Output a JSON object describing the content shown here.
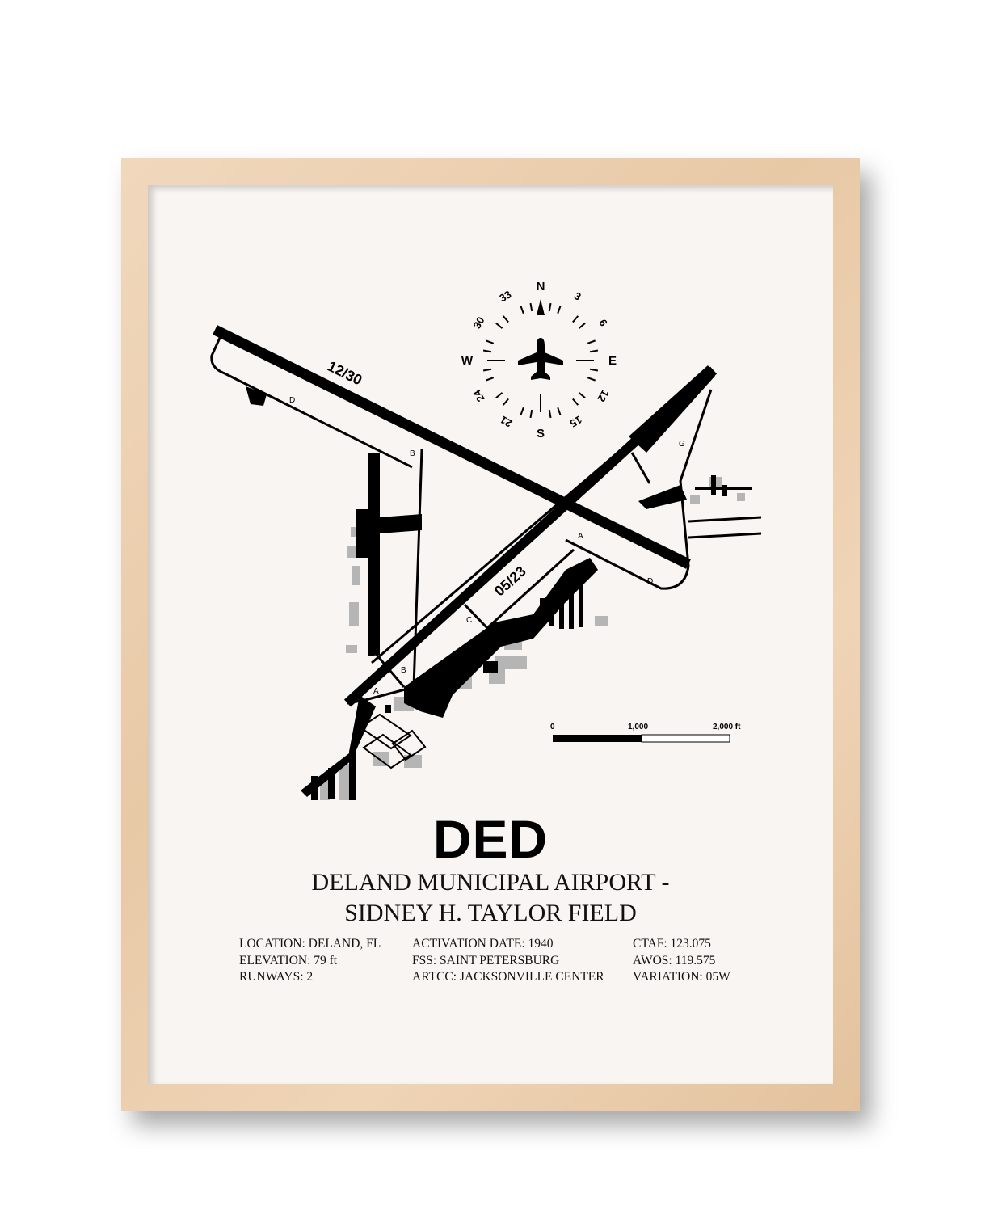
{
  "airport": {
    "code": "DED",
    "name_line1": "DELAND MUNICIPAL AIRPORT -",
    "name_line2": "SIDNEY H. TAYLOR FIELD"
  },
  "details": {
    "column1": [
      "LOCATION: DELAND, FL",
      "ELEVATION: 79 ft",
      "RUNWAYS: 2"
    ],
    "column2": [
      "ACTIVATION DATE: 1940",
      "FSS: SAINT PETERSBURG",
      "ARTCC: JACKSONVILLE CENTER"
    ],
    "column3": [
      "CTAF: 123.075",
      "AWOS: 119.575",
      "VARIATION: 05W"
    ]
  },
  "map": {
    "runway_labels": [
      "12/30",
      "05/23"
    ],
    "taxiway_labels": [
      "D",
      "B",
      "A",
      "C",
      "B",
      "A",
      "G",
      "D"
    ],
    "compass": {
      "cardinals": [
        "N",
        "E",
        "S",
        "W"
      ],
      "headings": [
        "3",
        "6",
        "12",
        "15",
        "21",
        "24",
        "30",
        "33"
      ]
    },
    "scale": {
      "labels": [
        "0",
        "1,000",
        "2,000 ft"
      ]
    }
  },
  "colors": {
    "mat": "#f9f5f2",
    "frame": "#ebcba8",
    "ink": "#000000",
    "building": "#b5b5b5"
  }
}
